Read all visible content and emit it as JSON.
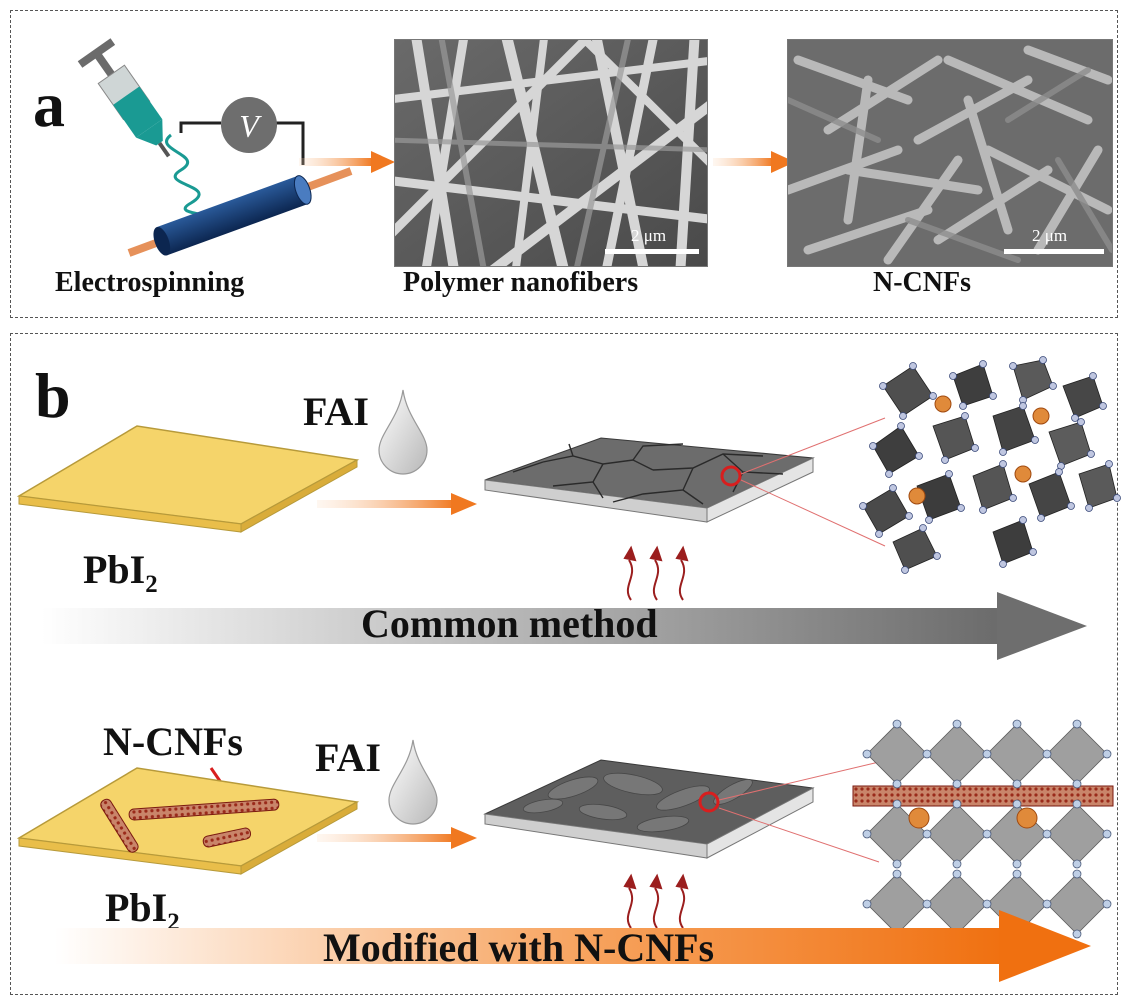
{
  "panel_a": {
    "letter": "a",
    "voltmeter": "V",
    "steps": [
      "Electrospinning",
      "Polymer nanofibers",
      "N-CNFs"
    ],
    "scale_bar": "2 μm"
  },
  "panel_b": {
    "letter": "b",
    "common": {
      "reagent": "FAI",
      "substrate_base": "PbI",
      "substrate_sub": "2",
      "arrow_label": "Common method"
    },
    "modified": {
      "additive": "N-CNFs",
      "reagent": "FAI",
      "substrate_base": "PbI",
      "substrate_sub": "2",
      "arrow_label": "Modified with N-CNFs"
    }
  },
  "colors": {
    "teal": "#1a9a93",
    "navy": "#143769",
    "orange": "#f07820",
    "gold": "#f5d46a",
    "gray_arrow": "#6e6e6e",
    "red_marker": "#d81e1e"
  }
}
